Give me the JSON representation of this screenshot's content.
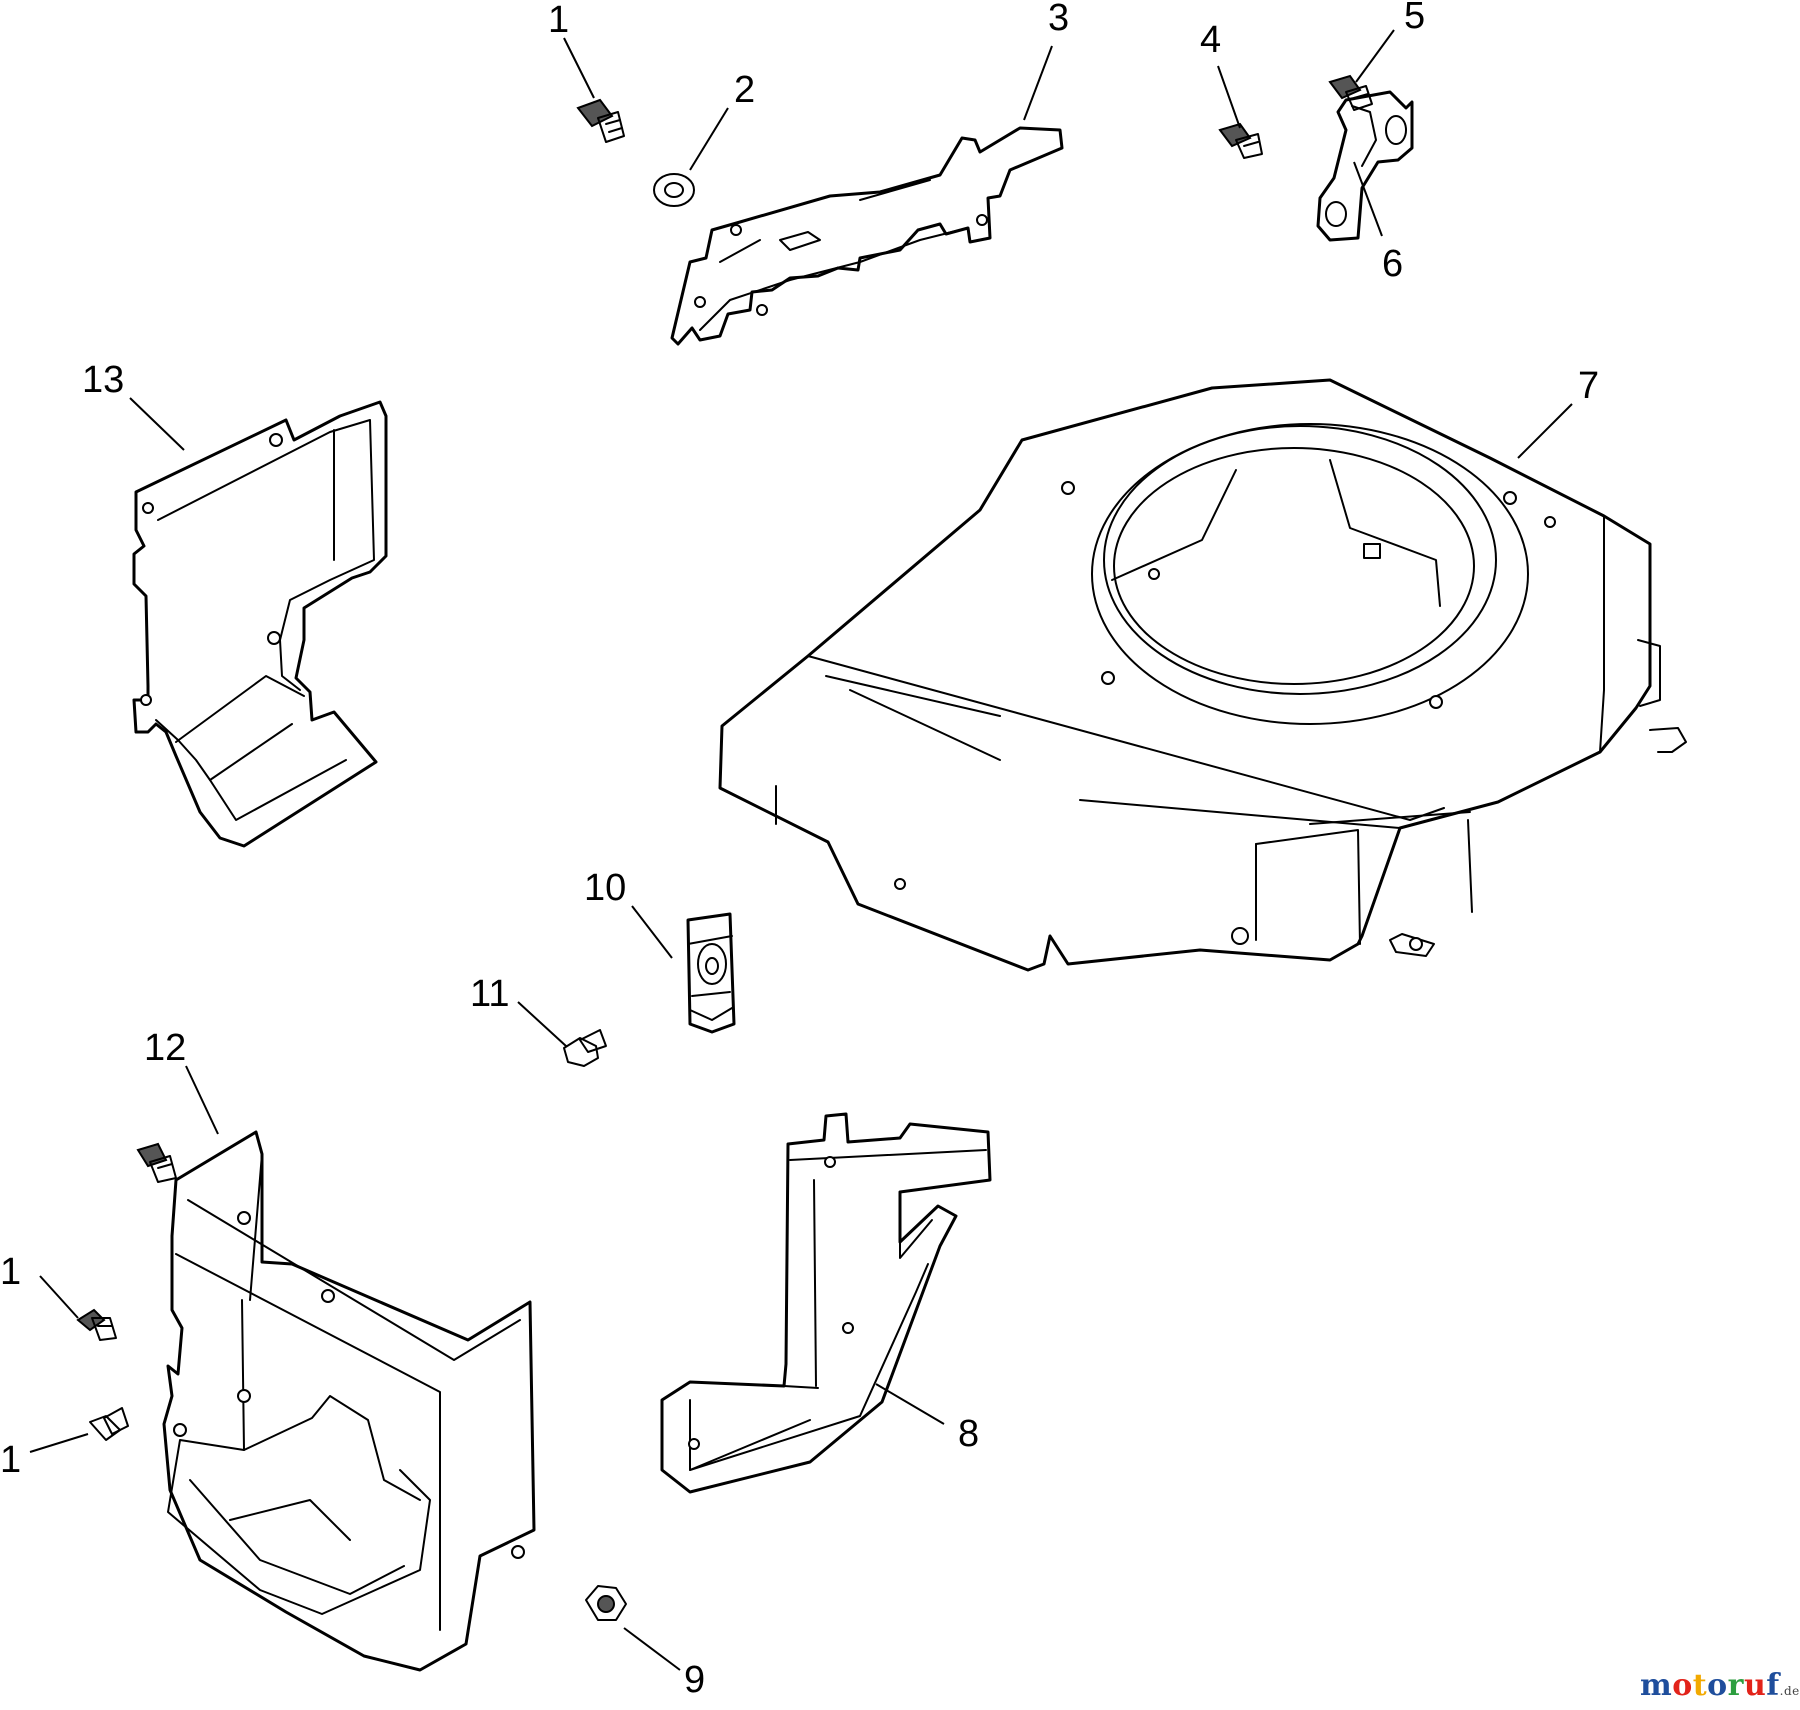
{
  "callouts": [
    {
      "id": "c1a",
      "label": "1"
    },
    {
      "id": "c2",
      "label": "2"
    },
    {
      "id": "c3",
      "label": "3"
    },
    {
      "id": "c4",
      "label": "4"
    },
    {
      "id": "c5",
      "label": "5"
    },
    {
      "id": "c6",
      "label": "6"
    },
    {
      "id": "c7",
      "label": "7"
    },
    {
      "id": "c8",
      "label": "8"
    },
    {
      "id": "c9",
      "label": "9"
    },
    {
      "id": "c10",
      "label": "10"
    },
    {
      "id": "c11",
      "label": "11"
    },
    {
      "id": "c12",
      "label": "12"
    },
    {
      "id": "c13",
      "label": "13"
    },
    {
      "id": "c1b",
      "label": "1"
    },
    {
      "id": "c1c",
      "label": "1"
    }
  ],
  "watermark": {
    "text": "motoruf",
    "suffix": ".de",
    "colors": [
      "#1f4e9c",
      "#e2231a",
      "#f2a900",
      "#1f4e9c",
      "#2c9e3f",
      "#e2231a",
      "#1f4e9c"
    ]
  }
}
